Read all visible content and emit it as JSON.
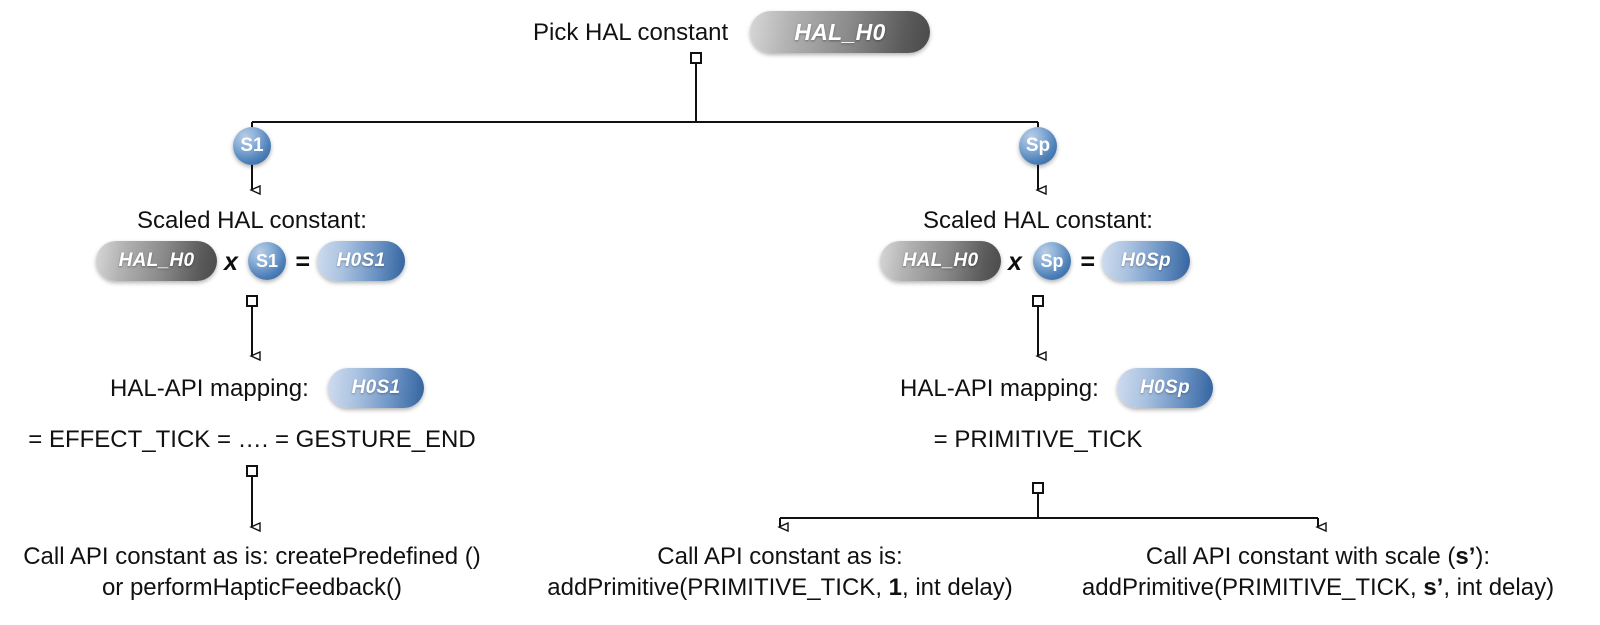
{
  "diagram": {
    "title_flow": "HAL constant to API mapping decision flow",
    "background": "#ffffff",
    "colors": {
      "line": "#111111",
      "pill_gray_light": "#d8d8d8",
      "pill_gray_dark": "#4a4a4a",
      "pill_blue_light": "#cfdcef",
      "pill_blue_dark": "#33649f",
      "badge_blue_light": "#b9cde5",
      "badge_blue_dark": "#2f5f96",
      "text": "#111111"
    }
  },
  "root": {
    "label": "Pick HAL constant",
    "pill": "HAL_H0"
  },
  "branches": [
    {
      "badge": "S1"
    },
    {
      "badge": "Sp"
    }
  ],
  "left": {
    "scaled": {
      "label": "Scaled HAL constant:",
      "operand_a": "HAL_H0",
      "operator_times": "x",
      "operand_b": "S1",
      "operator_equals": "=",
      "result": "H0S1"
    },
    "mapping": {
      "label": "HAL-API mapping:",
      "pill": "H0S1",
      "expansion": "= EFFECT_TICK = …. = GESTURE_END"
    },
    "leaf": {
      "line1": "Call API constant as is: createPredefined ()",
      "line2": "or performHapticFeedback()"
    }
  },
  "right": {
    "scaled": {
      "label": "Scaled HAL constant:",
      "operand_a": "HAL_H0",
      "operator_times": "x",
      "operand_b": "Sp",
      "operator_equals": "=",
      "result": "H0Sp"
    },
    "mapping": {
      "label": "HAL-API mapping:",
      "pill": "H0Sp",
      "expansion": "= PRIMITIVE_TICK"
    },
    "leaves": [
      {
        "line1": "Call API constant as is:",
        "call_prefix": "addPrimitive(PRIMITIVE_TICK, ",
        "call_emphasis": "1",
        "call_suffix": ", int delay)"
      },
      {
        "line1_prefix": "Call API constant with scale (",
        "line1_emphasis": "s’",
        "line1_suffix": "):",
        "call_prefix": "addPrimitive(PRIMITIVE_TICK, ",
        "call_emphasis": "s’",
        "call_suffix": ", int delay)"
      }
    ]
  }
}
